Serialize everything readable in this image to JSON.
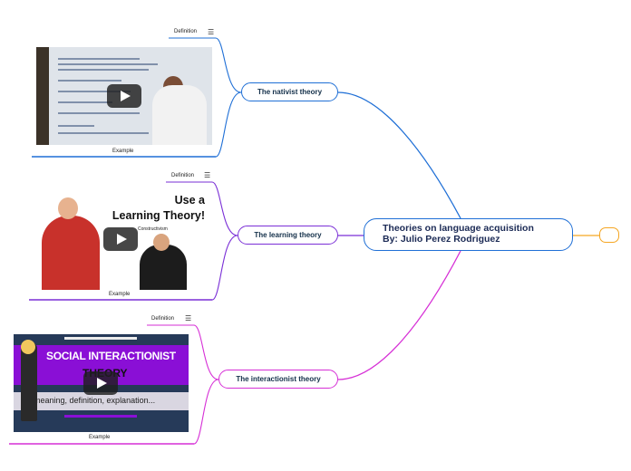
{
  "central_topic": {
    "line1": "Theories on language acquisition",
    "line2": "By: Julio Perez Rodriguez"
  },
  "topics": [
    {
      "label": "The nativist theory",
      "definition": "Definition",
      "example": "Example",
      "color": "#1f6fd6"
    },
    {
      "label": "The learning theory",
      "definition": "Definition",
      "example": "Example",
      "color": "#7a2fd6"
    },
    {
      "label": "The interactionist theory",
      "definition": "Definition",
      "example": "Example",
      "color": "#d62fd6"
    }
  ],
  "menu_glyph": "☰",
  "videos": {
    "v2": {
      "title_line1": "Use a",
      "title_line2": "Learning Theory!",
      "subtitle": "Constructivism"
    },
    "v3": {
      "title_line1": "SOCIAL INTERACTIONIST",
      "title_line2": "THEORY",
      "subtitle": "meaning, definition, explanation..."
    }
  },
  "colors": {
    "central_border": "#1f6fd6",
    "stub_border": "#f5a623"
  }
}
